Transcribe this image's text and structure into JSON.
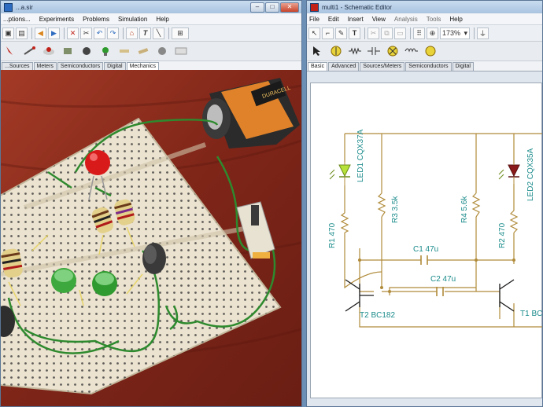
{
  "left_window": {
    "title": "...a.sir",
    "menu": [
      "...ptions...",
      "Experiments",
      "Problems",
      "Simulation",
      "Help"
    ],
    "tabs": [
      "...Sources",
      "Meters",
      "Semiconductors",
      "Digital",
      "Mechanics"
    ],
    "battery_label": "DURACELL"
  },
  "right_window": {
    "title": "multi1 - Schematic Editor",
    "menu": [
      "File",
      "Edit",
      "Insert",
      "View",
      "Analysis",
      "Tools",
      "Help"
    ],
    "zoom_value": "173%",
    "tabs": [
      "Basic",
      "Advanced",
      "Sources/Meters",
      "Semiconductors",
      "Digital"
    ],
    "schematic": {
      "led1": "LED1 CQX37A",
      "led2": "LED2 CQX35A",
      "r1": "R1 470",
      "r2": "R2 470",
      "r3": "R3 3.5k",
      "r4": "R4 5.6k",
      "c1": "C1 47u",
      "c2": "C2 47u",
      "t1": "T1 BC",
      "t2": "T2 BC182"
    }
  },
  "colors": {
    "schematic_wire": "#b08b3a",
    "schematic_label": "#1a8a8a",
    "led_green": "#b6e23a",
    "led_red": "#8b1a1a",
    "desk": "#8a2a1e",
    "breadboard": "#ebe2cf"
  }
}
